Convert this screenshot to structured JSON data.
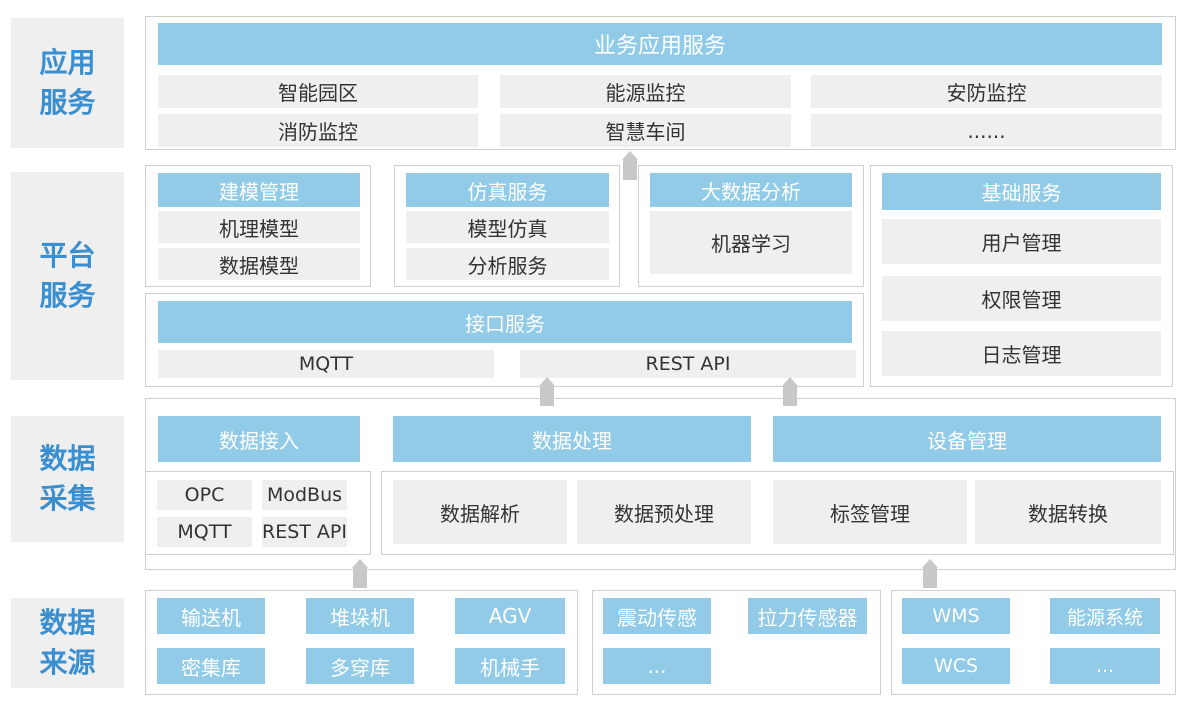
{
  "side_labels": {
    "app": "应用\n服务",
    "platform": "平台\n服务",
    "collect": "数据\n采集",
    "source": "数据\n来源"
  },
  "app": {
    "title": "业务应用服务",
    "items": [
      "智能园区",
      "能源监控",
      "安防监控",
      "消防监控",
      "智慧车间",
      "......"
    ]
  },
  "platform": {
    "modeling": {
      "title": "建模管理",
      "items": [
        "机理模型",
        "数据模型"
      ]
    },
    "simulation": {
      "title": "仿真服务",
      "items": [
        "模型仿真",
        "分析服务"
      ]
    },
    "bigdata": {
      "title": "大数据分析",
      "items": [
        "机器学习"
      ]
    },
    "basic": {
      "title": "基础服务",
      "items": [
        "用户管理",
        "权限管理",
        "日志管理"
      ]
    },
    "interface": {
      "title": "接口服务",
      "items": [
        "MQTT",
        "REST API"
      ]
    }
  },
  "collect": {
    "access": {
      "title": "数据接入",
      "items": [
        "OPC",
        "ModBus",
        "MQTT",
        "REST API"
      ]
    },
    "processing": {
      "title": "数据处理",
      "items": [
        "数据解析",
        "数据预处理"
      ]
    },
    "device": {
      "title": "设备管理",
      "items": [
        "标签管理",
        "数据转换"
      ]
    }
  },
  "source": {
    "equipment": [
      "输送机",
      "堆垛机",
      "AGV",
      "密集库",
      "多穿库",
      "机械手"
    ],
    "sensors": [
      "震动传感",
      "拉力传感器",
      "..."
    ],
    "systems": [
      "WMS",
      "能源系统",
      "WCS",
      "..."
    ]
  },
  "colors": {
    "accent_blue": "#91cbe8",
    "label_blue": "#3a8fd0",
    "gray_box": "#efefef",
    "frame": "#cfcfcf"
  }
}
